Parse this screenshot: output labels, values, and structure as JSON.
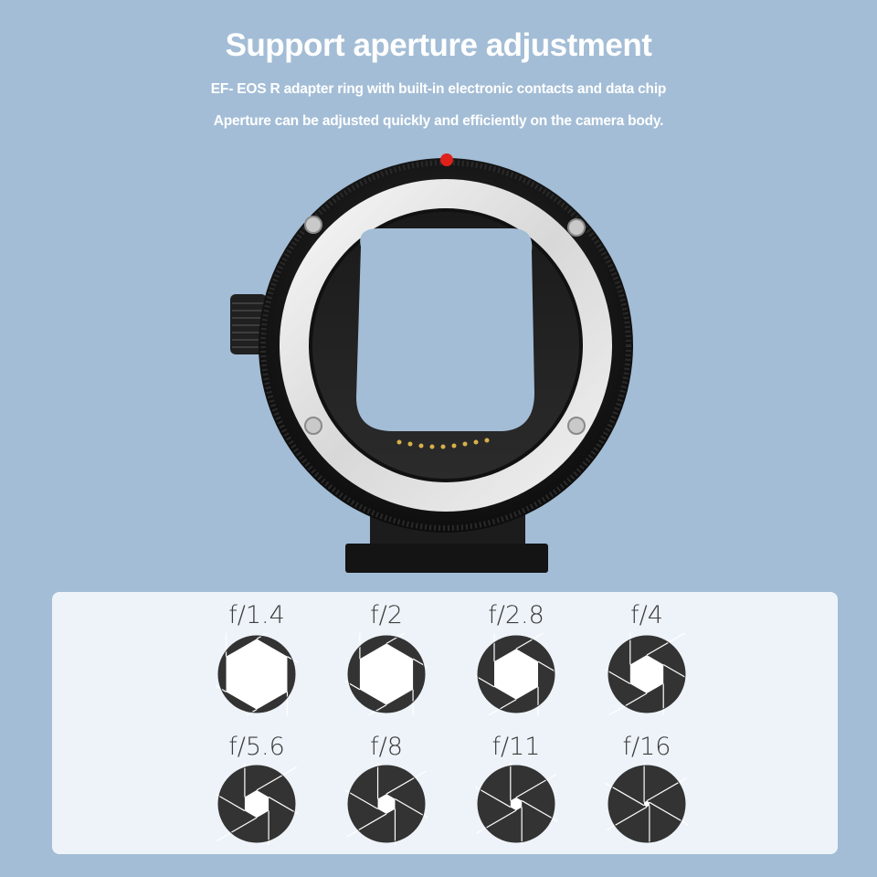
{
  "header": {
    "title": "Support aperture adjustment",
    "subtitle_1": "EF- EOS R adapter ring with built-in electronic contacts and data chip",
    "subtitle_2": "Aperture can be adjusted quickly and efficiently on the camera body."
  },
  "apertures": [
    {
      "label": "f/1.4",
      "opening": 0.92
    },
    {
      "label": "f/2",
      "opening": 0.8
    },
    {
      "label": "f/2.8",
      "opening": 0.66
    },
    {
      "label": "f/4",
      "opening": 0.5
    },
    {
      "label": "f/5.6",
      "opening": 0.36
    },
    {
      "label": "f/8",
      "opening": 0.26
    },
    {
      "label": "f/11",
      "opening": 0.17
    },
    {
      "label": "f/16",
      "opening": 0.08
    }
  ],
  "colors": {
    "background": "#a3bdd6",
    "panel": "#edf3f9",
    "blade": "#333333",
    "mount_dot": "#e0201a"
  }
}
